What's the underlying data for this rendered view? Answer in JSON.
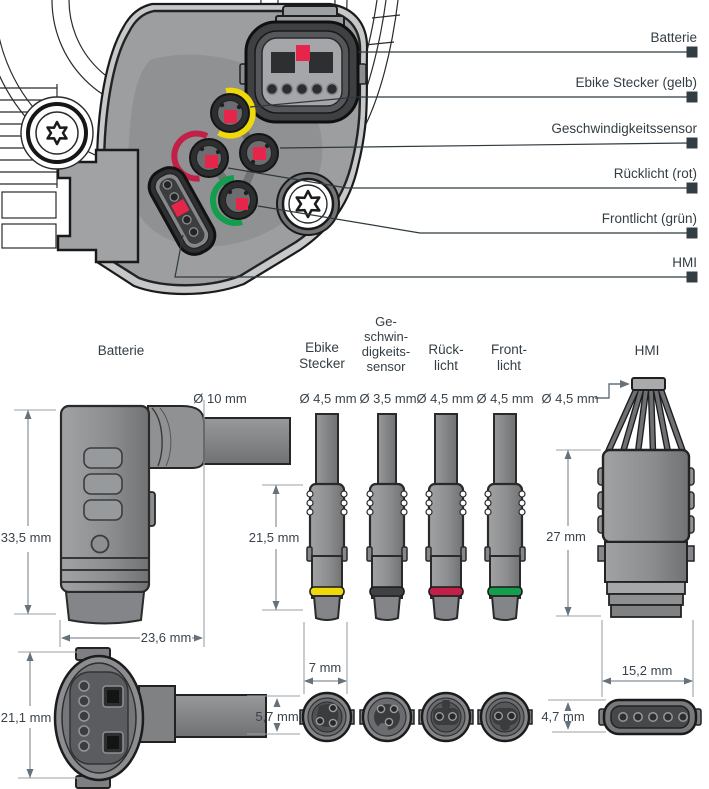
{
  "callouts": [
    {
      "label": "Batterie"
    },
    {
      "label": "Ebike Stecker (gelb)"
    },
    {
      "label": "Geschwindigkeitssensor"
    },
    {
      "label": "Rücklicht (rot)"
    },
    {
      "label": "Frontlicht (grün)"
    },
    {
      "label": "HMI"
    }
  ],
  "headers": {
    "batterie": "Batterie",
    "ebike": [
      "Ebike",
      "Stecker"
    ],
    "speed": [
      "Ge-",
      "schwin-",
      "digkeits-",
      "sensor"
    ],
    "rear": [
      "Rück-",
      "licht"
    ],
    "front": [
      "Front-",
      "licht"
    ],
    "hmi": "HMI"
  },
  "diameters": {
    "batterie": "Ø 10 mm",
    "ebike": "Ø 4,5 mm",
    "speed": "Ø 3,5 mm",
    "rear": "Ø 4,5 mm",
    "front": "Ø 4,5 mm",
    "hmi": "Ø 4,5 mm"
  },
  "dimensions": {
    "batterie_height": "33,5 mm",
    "batterie_width": "23,6 mm",
    "batterie_front_height": "21,1 mm",
    "batterie_cable_height": "5,7 mm",
    "plug_sleeve_length": "21,5 mm",
    "plug_tip_width": "7 mm",
    "hmi_body_length": "27 mm",
    "hmi_width": "15,2 mm",
    "hmi_thickness": "4,7 mm"
  },
  "colors": {
    "ebike_ring": "#f0d90a",
    "speed_ring": "#3f4143",
    "rear_ring": "#c22047",
    "front_ring": "#129e4d",
    "pin_marker": "#e5254a",
    "text": "#39434b",
    "dimension_line": "#8a9196",
    "callout_line": "#2e3a40"
  }
}
